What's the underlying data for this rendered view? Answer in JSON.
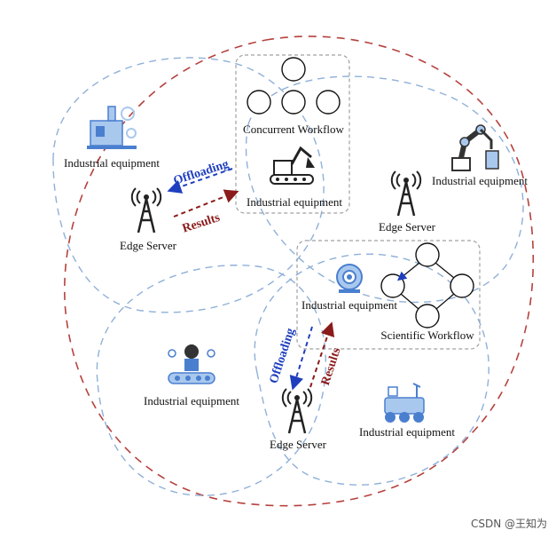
{
  "labels": {
    "industrial_equipment": "Industrial equipment",
    "edge_server": "Edge Server",
    "concurrent_workflow": "Concurrent Workflow",
    "scientific_workflow": "Scientific Workflow",
    "offloading": "Offloading",
    "results": "Results"
  },
  "watermark": "CSDN @王知为",
  "colors": {
    "outer_dashed": "#b5413d",
    "region_dashed": "#8fb0d8",
    "offloading": "#1f3fbf",
    "results": "#8b1a1a",
    "box_dashed": "#a0a0a0",
    "icon_blue": "#4a7fcf",
    "icon_light": "#a9c8ee"
  },
  "icons": [
    "factory-icon",
    "robot-arm-icon",
    "excavator-icon",
    "tower-icon",
    "camera-icon",
    "conveyor-robot-icon",
    "rover-icon"
  ]
}
